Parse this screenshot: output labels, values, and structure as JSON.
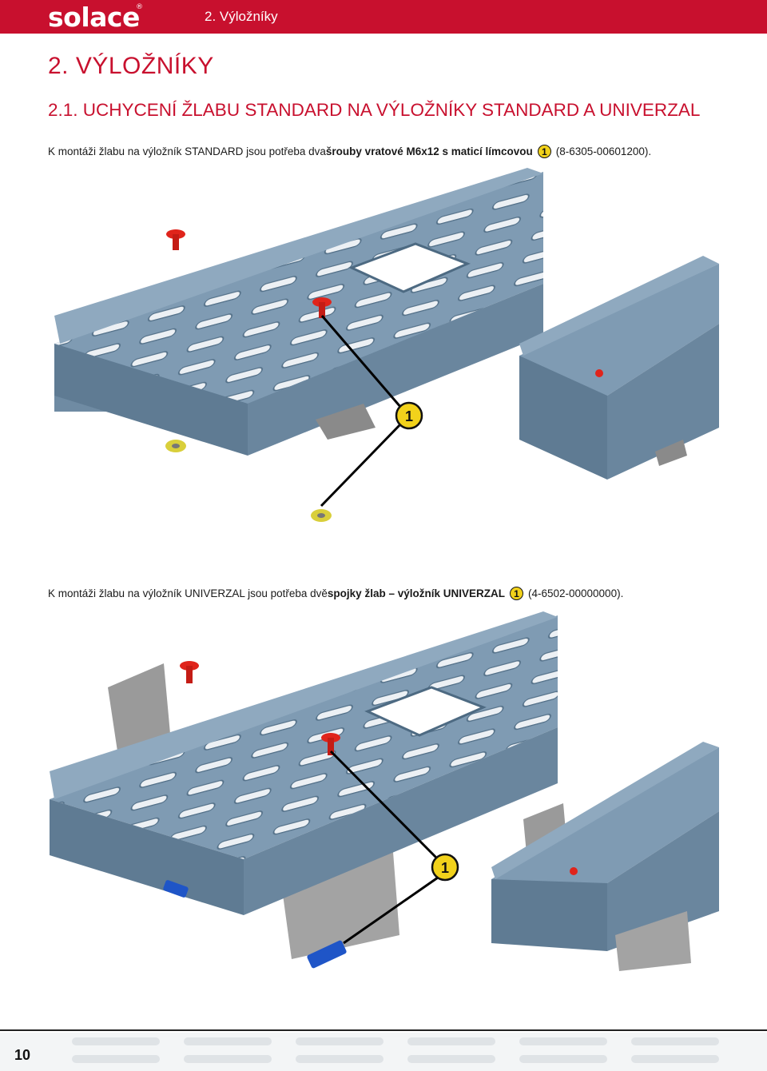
{
  "header": {
    "logo": "solace",
    "logo_mark": "®",
    "section": "2. Výložníky",
    "bg_color": "#c8102e"
  },
  "chapter_title": "2. VÝLOŽNÍKY",
  "section_title": "2.1. UCHYCENÍ ŽLABU STANDARD NA VÝLOŽNÍKY STANDARD A UNIVERZAL",
  "para1": {
    "text_a": "K montáži žlabu na výložník STANDARD jsou potřeba dva ",
    "bold": "šrouby vratové M6x12 s maticí límcovou",
    "badge": "1",
    "text_b": "(8-6305-00601200)."
  },
  "figure1": {
    "callout": "1"
  },
  "para2": {
    "text_a": "K montáži žlabu na výložník UNIVERZAL jsou potřeba dvě ",
    "bold": "spojky žlab – výložník UNIVERZAL",
    "badge": "1",
    "text_b": "(4-6502-00000000)."
  },
  "figure2": {
    "callout": "1"
  },
  "footer": {
    "page_number": "10"
  },
  "icons": [
    "cable-tray",
    "carriage-bolt",
    "flange-nut",
    "bracket",
    "connector"
  ]
}
